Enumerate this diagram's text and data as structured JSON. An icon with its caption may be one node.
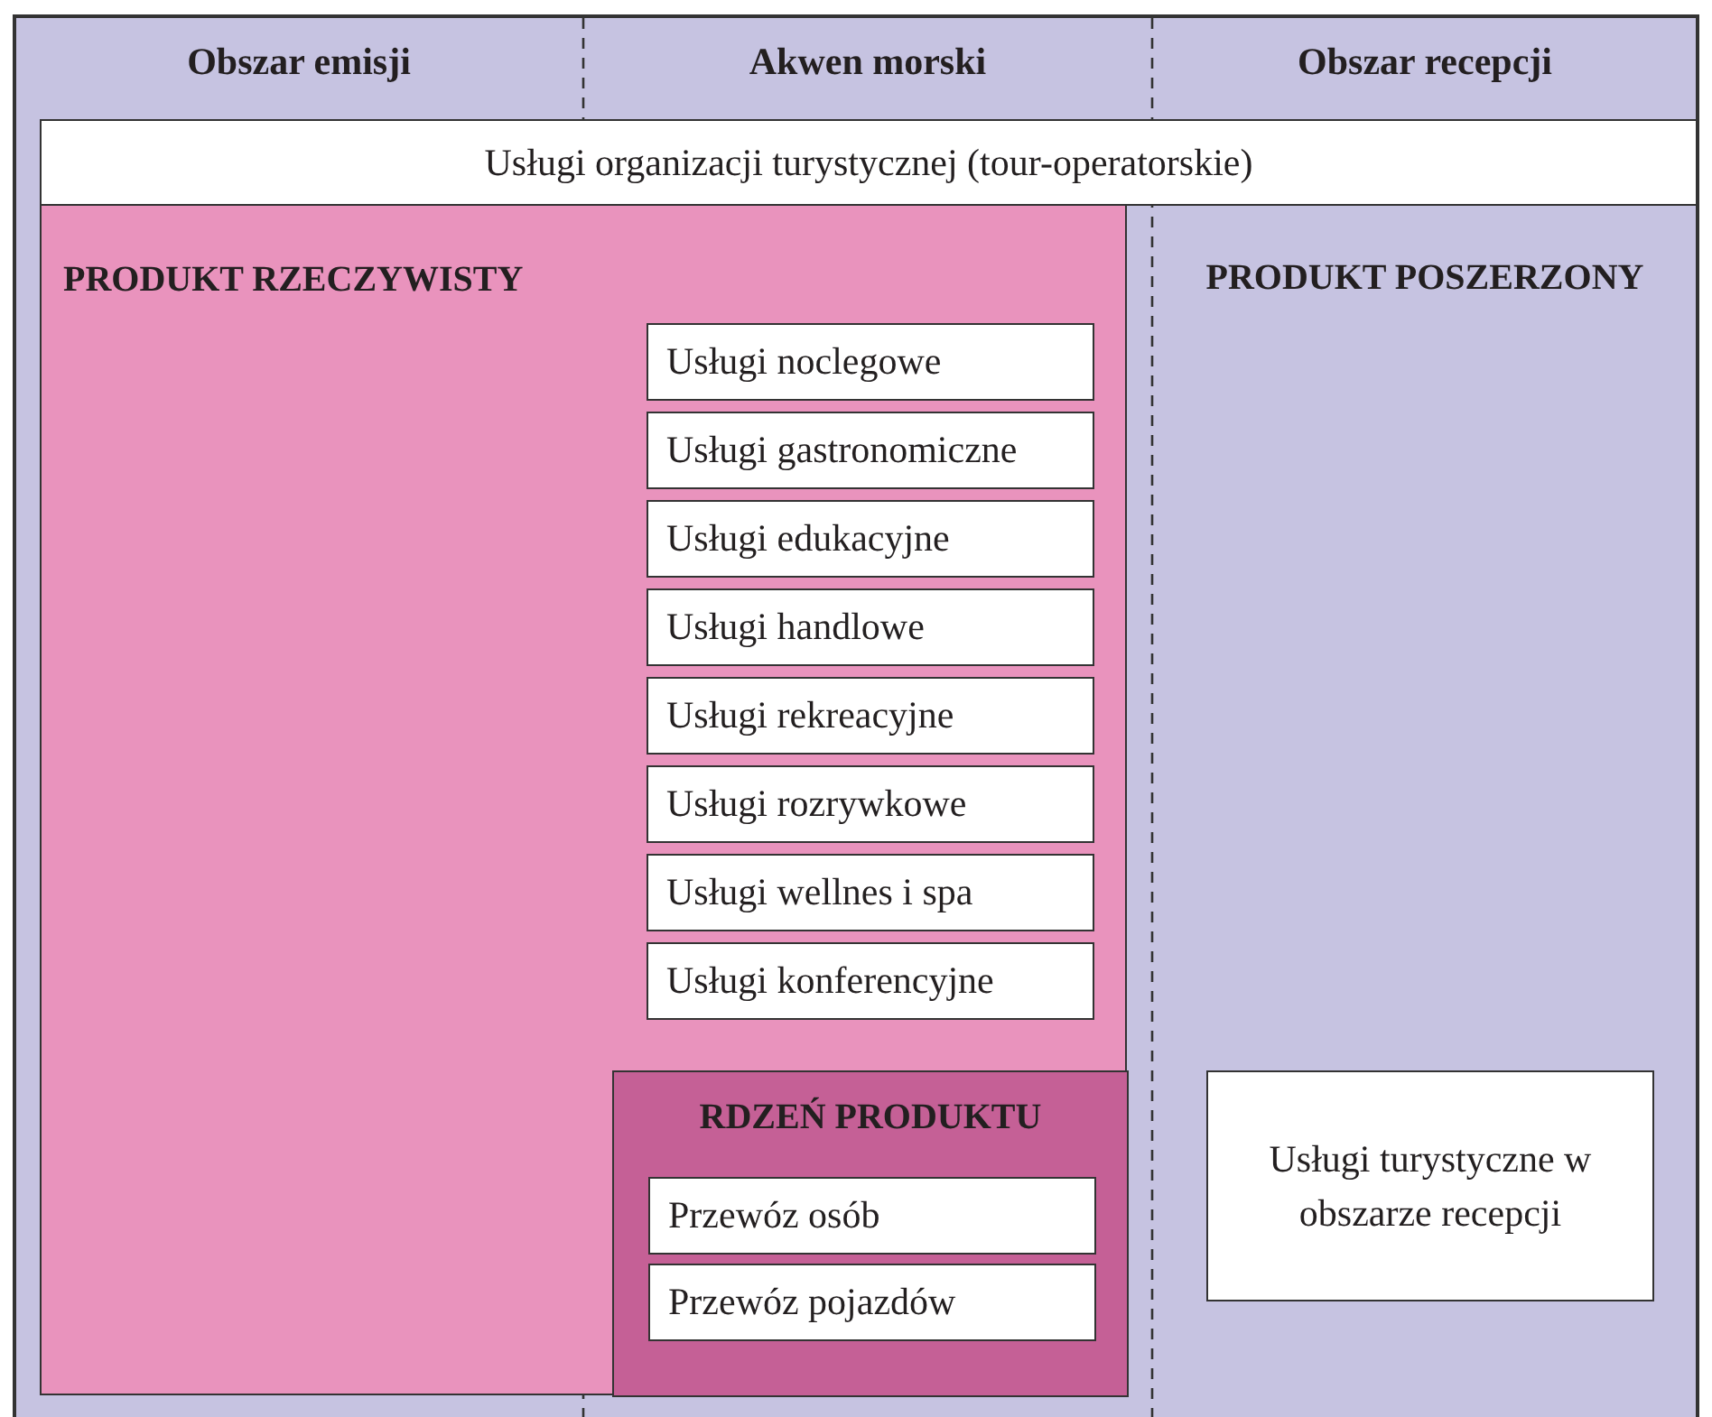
{
  "diagram": {
    "nodes": [
      {
        "text": [
          "Usługi organizacji turystycznej (tour-operatorskie)"
        ]
      },
      {
        "text": [
          "PRODUKT RZECZYWISTY"
        ]
      },
      {
        "text": [
          "Usługi noclegowe"
        ],
        "in": 1
      },
      {
        "text": [
          "Usługi gastronomiczne"
        ],
        "in": 1
      },
      {
        "text": [
          "Usługi edukacyjne"
        ],
        "in": 1
      },
      {
        "text": [
          "Usługi handlowe"
        ],
        "in": 1
      },
      {
        "text": [
          "Usługi rekreacyjne"
        ],
        "in": 1
      },
      {
        "text": [
          "Usługi rozrywkowe"
        ],
        "in": 1
      },
      {
        "text": [
          "Usługi wellnes i spa"
        ],
        "in": 1
      },
      {
        "text": [
          "Usługi konferencyjne"
        ],
        "in": 1
      },
      {
        "text": [
          "RDZEŃ PRODUKTU"
        ],
        "in": 1
      },
      {
        "text": [
          "Przewóz osób"
        ],
        "in": 10
      },
      {
        "text": [
          "Przewóz pojazdów"
        ],
        "in": 10
      },
      {
        "text": [
          "Usługi turystyczne w obszarze recepcji"
        ]
      }
    ],
    "edges": [],
    "labels": [
      "Obszar emisji",
      "Akwen morski",
      "Obszar recepcji",
      "PRODUKT POSZERZONY"
    ]
  }
}
